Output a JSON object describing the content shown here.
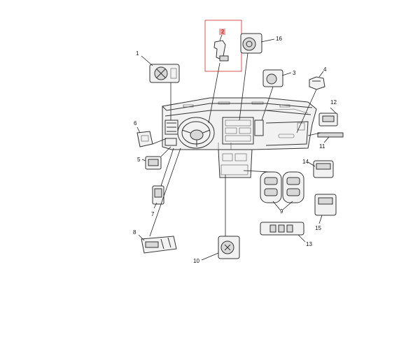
{
  "colors": {
    "highlight_box": "#d9534f",
    "highlight_fill": "#f4a6a6",
    "line": "#333333"
  },
  "callouts": {
    "c1": "1",
    "c2": "2",
    "c3": "3",
    "c4": "4",
    "c5": "5",
    "c6": "6",
    "c7": "7",
    "c8": "8",
    "c9": "9",
    "c10": "10",
    "c11": "11",
    "c12": "12",
    "c13": "13",
    "c14": "14",
    "c15": "15",
    "c16": "16"
  },
  "highlighted_part": "2"
}
